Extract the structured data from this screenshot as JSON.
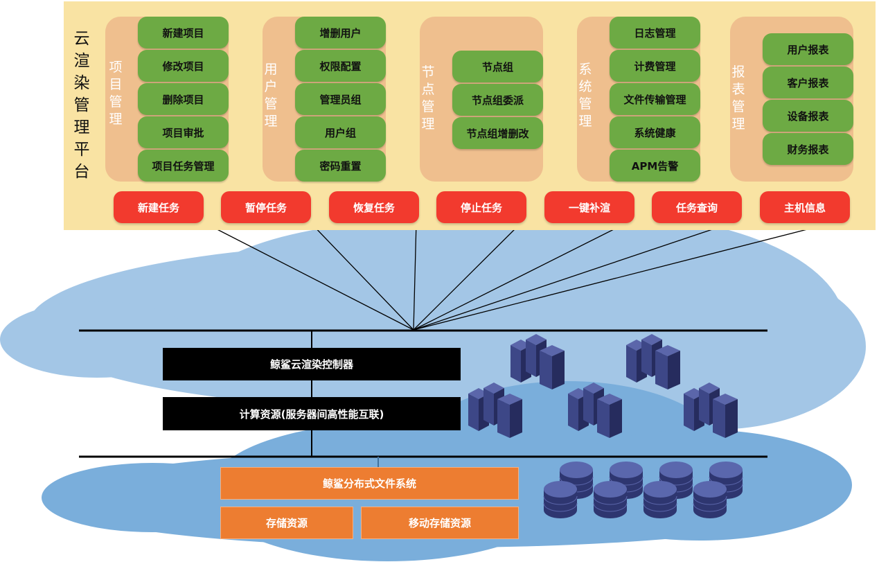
{
  "platform": {
    "title": "云渲染管理平台",
    "groups": [
      {
        "label": "项目管理",
        "items": [
          "新建项目",
          "修改项目",
          "删除项目",
          "项目审批",
          "项目任务管理"
        ]
      },
      {
        "label": "用户管理",
        "items": [
          "增删用户",
          "权限配置",
          "管理员组",
          "用户组",
          "密码重置"
        ]
      },
      {
        "label": "节点管理",
        "items": [
          "节点组",
          "节点组委派",
          "节点组增删改"
        ]
      },
      {
        "label": "系统管理",
        "items": [
          "日志管理",
          "计费管理",
          "文件传输管理",
          "系统健康",
          "APM告警"
        ]
      },
      {
        "label": "报表管理",
        "items": [
          "用户报表",
          "客户报表",
          "设备报表",
          "财务报表"
        ]
      }
    ],
    "actions": [
      "新建任务",
      "暂停任务",
      "恢复任务",
      "停止任务",
      "一键补渲",
      "任务查询",
      "主机信息"
    ]
  },
  "infrastructure": {
    "controller": "鲸鲨云渲染控制器",
    "compute": "计算资源(服务器间高性能互联)",
    "filesystem": "鲸鲨分布式文件系统",
    "storage": "存储资源",
    "mobile_storage": "移动存储资源",
    "server_count": 5,
    "disk_count": 8
  },
  "colors": {
    "platform_bg": "#f9e3a3",
    "group_bg": "#efbf8e",
    "item_green": "#6daa44",
    "action_red": "#f23a2e",
    "cloud_light": "#a3c6e6",
    "cloud_mid": "#7aaedb",
    "server_blue": "#3f4a8c",
    "storage_orange": "#ed7d31"
  }
}
